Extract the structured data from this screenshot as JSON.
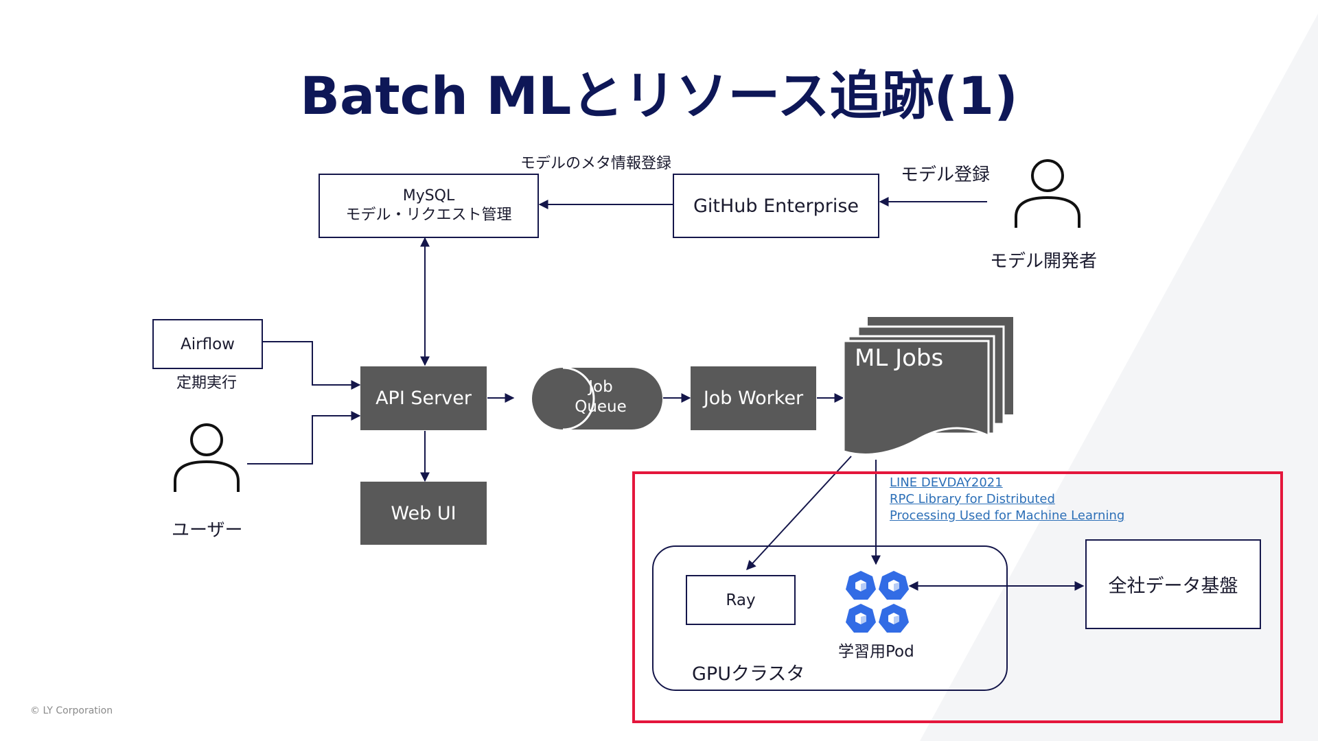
{
  "title": "Batch MLとリソース追跡(1)",
  "nodes": {
    "mysql": {
      "line1": "MySQL",
      "line2": "モデル・リクエスト管理"
    },
    "github": "GitHub Enterprise",
    "airflow": "Airflow",
    "api_server": "API Server",
    "job_queue": {
      "line1": "Job",
      "line2": "Queue"
    },
    "job_worker": "Job Worker",
    "ml_jobs": "ML Jobs",
    "web_ui": "Web UI",
    "ray": "Ray",
    "data_platform": "全社データ基盤"
  },
  "labels": {
    "meta_register": "モデルのメタ情報登録",
    "model_register": "モデル登録",
    "model_developer": "モデル開発者",
    "scheduled_run": "定期実行",
    "user": "ユーザー",
    "gpu_cluster": "GPUクラスタ",
    "training_pod": "学習用Pod"
  },
  "reference_links": [
    "LINE DEVDAY2021",
    "RPC Library for Distributed",
    "Processing Used for Machine Learning"
  ],
  "footer": {
    "copyright": "© LY Corporation"
  },
  "colors": {
    "title": "#0e1757",
    "dark_box": "#595959",
    "highlight_border": "#e4163c",
    "link": "#2c6fb7",
    "kubernetes_blue": "#326ce5"
  },
  "icons": [
    "person-icon",
    "kubernetes-pod-icon"
  ]
}
